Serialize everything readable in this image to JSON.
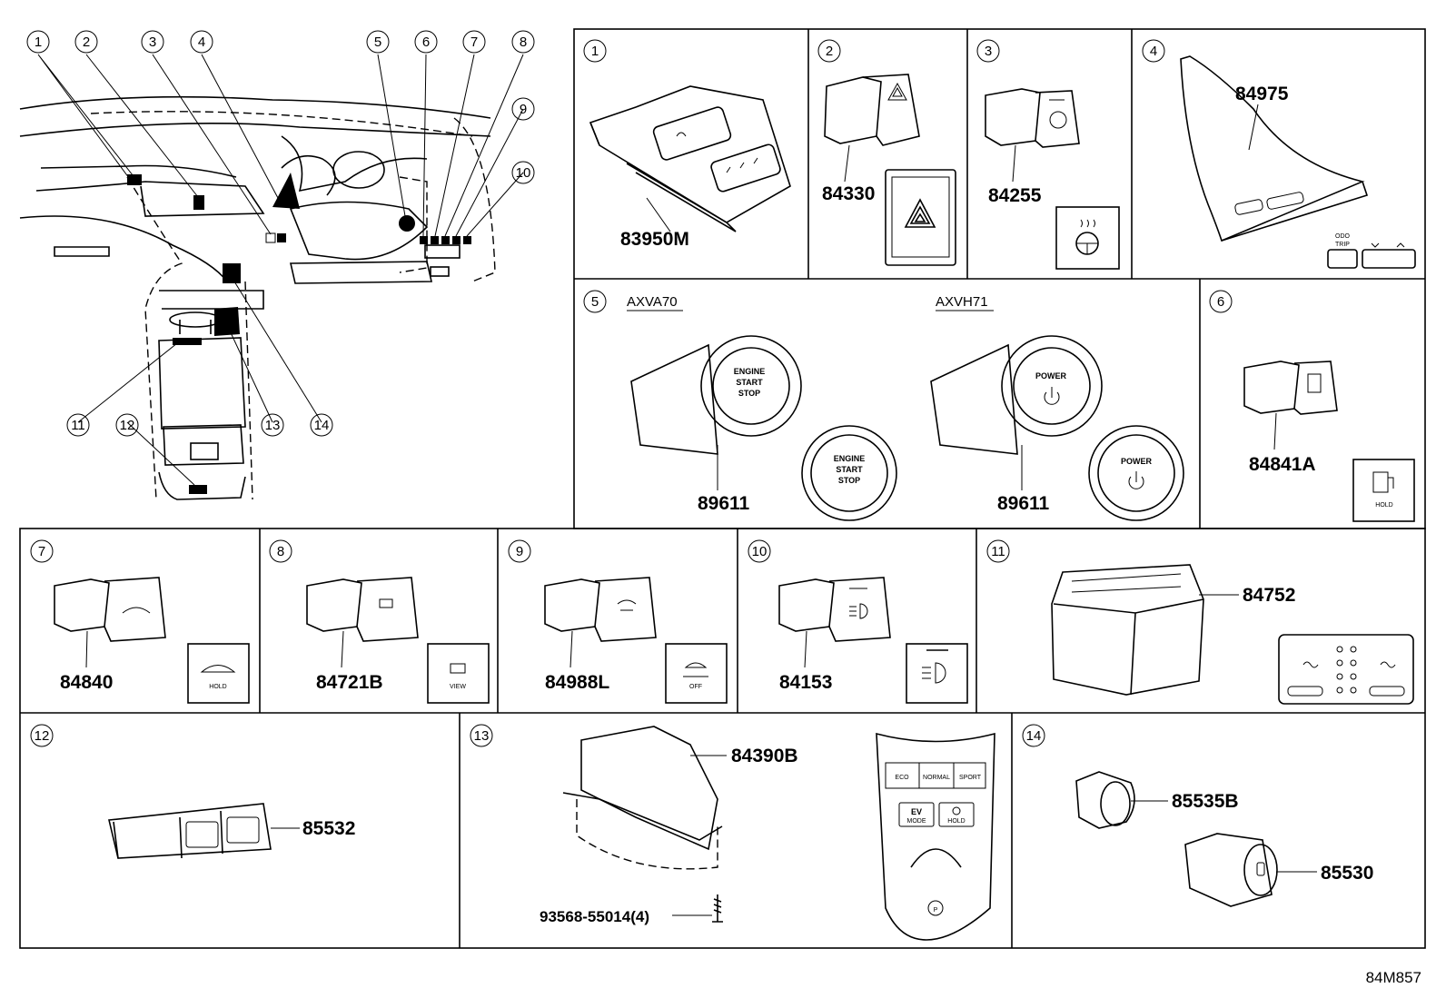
{
  "overview": {
    "callouts": [
      "1",
      "2",
      "3",
      "4",
      "5",
      "6",
      "7",
      "8",
      "9",
      "10",
      "11",
      "12",
      "13",
      "14"
    ]
  },
  "panels": [
    {
      "num": "1",
      "parts": [
        "83950M"
      ]
    },
    {
      "num": "2",
      "parts": [
        "84330"
      ]
    },
    {
      "num": "3",
      "parts": [
        "84255"
      ]
    },
    {
      "num": "4",
      "parts": [
        "84975"
      ],
      "labels": [
        "ODO",
        "TRIP"
      ]
    },
    {
      "num": "5",
      "variants": [
        "AXVA70",
        "AXVH71"
      ],
      "parts": [
        "89611",
        "89611"
      ],
      "labels": [
        "ENGINE",
        "START",
        "STOP",
        "POWER"
      ]
    },
    {
      "num": "6",
      "parts": [
        "84841A"
      ],
      "labels": [
        "HOLD"
      ]
    },
    {
      "num": "7",
      "parts": [
        "84840"
      ],
      "labels": [
        "HOLD"
      ]
    },
    {
      "num": "8",
      "parts": [
        "84721B"
      ],
      "labels": [
        "VIEW"
      ]
    },
    {
      "num": "9",
      "parts": [
        "84988L"
      ],
      "labels": [
        "OFF"
      ]
    },
    {
      "num": "10",
      "parts": [
        "84153"
      ]
    },
    {
      "num": "11",
      "parts": [
        "84752"
      ]
    },
    {
      "num": "12",
      "parts": [
        "85532"
      ]
    },
    {
      "num": "13",
      "parts": [
        "84390B",
        "93568-55014(4)"
      ],
      "labels": [
        "ECO",
        "NORMAL",
        "SPORT",
        "EV",
        "MODE",
        "HOLD",
        "P"
      ]
    },
    {
      "num": "14",
      "parts": [
        "85535B",
        "85530"
      ]
    }
  ],
  "figure_code": "84M857"
}
